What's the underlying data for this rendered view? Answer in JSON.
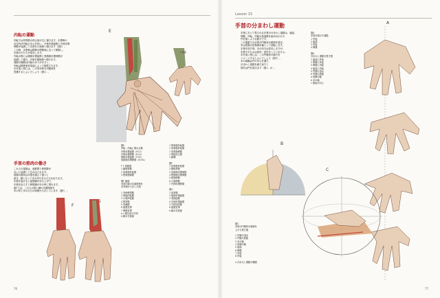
{
  "left_page": {
    "folio": "76",
    "section1": {
      "heading": "内転の運動",
      "lines": [
        "内転では掌長筋の停止部が主に働きます。手根骨の",
        "近位列が内転の中心を担い、尺側手根屈筋と尺側手根",
        "伸筋が協調して手首を小指側へ傾けます（図E）。",
        "この時、手根骨は橈骨の関節面に沿って移動し、",
        "手首のかたちが変化します。",
        "外転の際には橈側手根屈筋と長橈側手根伸筋が",
        "協調して働き、手首を親指側へ傾けます。",
        "運動の範囲は内転のほうが大きく、",
        "外転は橈骨茎状突起によって制限されます。",
        "手を描く際には、この非対称な可動域を",
        "意識するとよいでしょう（図1）。"
      ]
    },
    "section2": {
      "heading": "手首の筋肉の働き",
      "lines": [
        "これらの運動は、屈筋群と伸筋群が",
        "互いに協調して生み出されます。",
        "前腕の筋肉は手首を越えて指へと",
        "続き、腱となって手の甲や手のひらを走ります。",
        "手首を曲げると屈筋腱が浮き上がり、",
        "手首を反らすと伸筋腱が手の甲に現れます。",
        "図Fでは、これらの筋と腱の位置関係を",
        "手の甲と手のひらの両側から示しています（図F）。"
      ]
    },
    "figure_labels": [
      "E",
      "F",
      "G"
    ],
    "figE_callout": "E 断面",
    "caption_center": [
      "図E",
      "外転・内転に関わる筋",
      "尺側手根屈筋（FCU）",
      "尺側手根伸筋（ECU）",
      "橈側手根屈筋（FCR）",
      "長橈側手根伸筋（ECRL）",
      "",
      "F F 前腕部",
      "1 腕橈骨筋",
      "2 長母指外転筋",
      "3 短母指伸筋",
      "",
      "図F 鍵部",
      "手首の腱の位置関係を",
      "手背側から示した図",
      "",
      "1 背側骨間筋",
      "2 母指内転筋",
      "3 小指外転筋",
      "4 短掌筋",
      "5 虫様筋",
      "6 屈筋支帯",
      "7 伸筋支帯",
      "a.c 腱の走行方向",
      "b 腱の付着部"
    ],
    "caption_right": [
      "1 短母指外転筋",
      "1 長母指外転筋",
      "1 長母指伸筋",
      "1 母指対立筋",
      "1 腱鞘",
      "",
      "図F",
      "1 長母指外転筋",
      "2 腕橈骨筋",
      "3 長橈側手根伸筋",
      "4 短橈側手根伸筋",
      "5 総指伸筋",
      "6 小指伸筋",
      "7 尺側手根伸筋",
      "",
      "図G",
      "1 長掌筋",
      "2 橈側手根屈筋",
      "3 浅指屈筋",
      "4 尺側手根屈筋",
      "5 方形回内筋",
      "6 屈筋支帯",
      "b 腱の付着部"
    ]
  },
  "right_page": {
    "folio": "77",
    "lesson": "Lesson 15",
    "heading": "手首の分まわし運動",
    "lines": [
      "手首において見られる手首の分まわし運動は、屈曲、",
      "伸展、外転、内転の各運動を組み合わせた",
      "円を描くような動きです。",
      "この運動では手首が円錐状の軌跡を描き、",
      "手は前腕の延長線を軸として回転します。",
      "手首を回す時、手の向きは変化しますが、",
      "手首そのものは回内・回外をしていません。",
      "手を描く際には、この円錐状の動きを",
      "イメージするとよいでしょう（図C）。",
      "手の縦軸は円の中心を通り、",
      "分まわし運動を繰り返すと",
      "指先は円を描きます（図1、A）。"
    ],
    "figure_labels": [
      "A",
      "B",
      "C"
    ],
    "captionA": [
      "図A",
      "手首を傾けた運動",
      "1 外転",
      "2 屈曲",
      "3 内転",
      "4 伸展",
      "",
      "図A",
      "分まわし運動を表す図",
      "1 屈曲と外転",
      "2 伸展と外転",
      "3 伸展と内転",
      "4 屈曲と内転",
      "5 円錐の頂点",
      "6 円錐の底面",
      "a 前腕の軸",
      "b 手の軸",
      "c 回転の中心"
    ],
    "captionC": [
      "図C",
      "手首の円錐状の軌跡を",
      "上から見た図",
      "",
      "1 円錐の頂点",
      "2 円錐の底面",
      "3 手の軸",
      "4 前腕の軸",
      "5 屈曲",
      "6 伸展",
      "7 内転",
      "8 外転",
      "",
      "a 分まわし運動の範囲"
    ]
  }
}
